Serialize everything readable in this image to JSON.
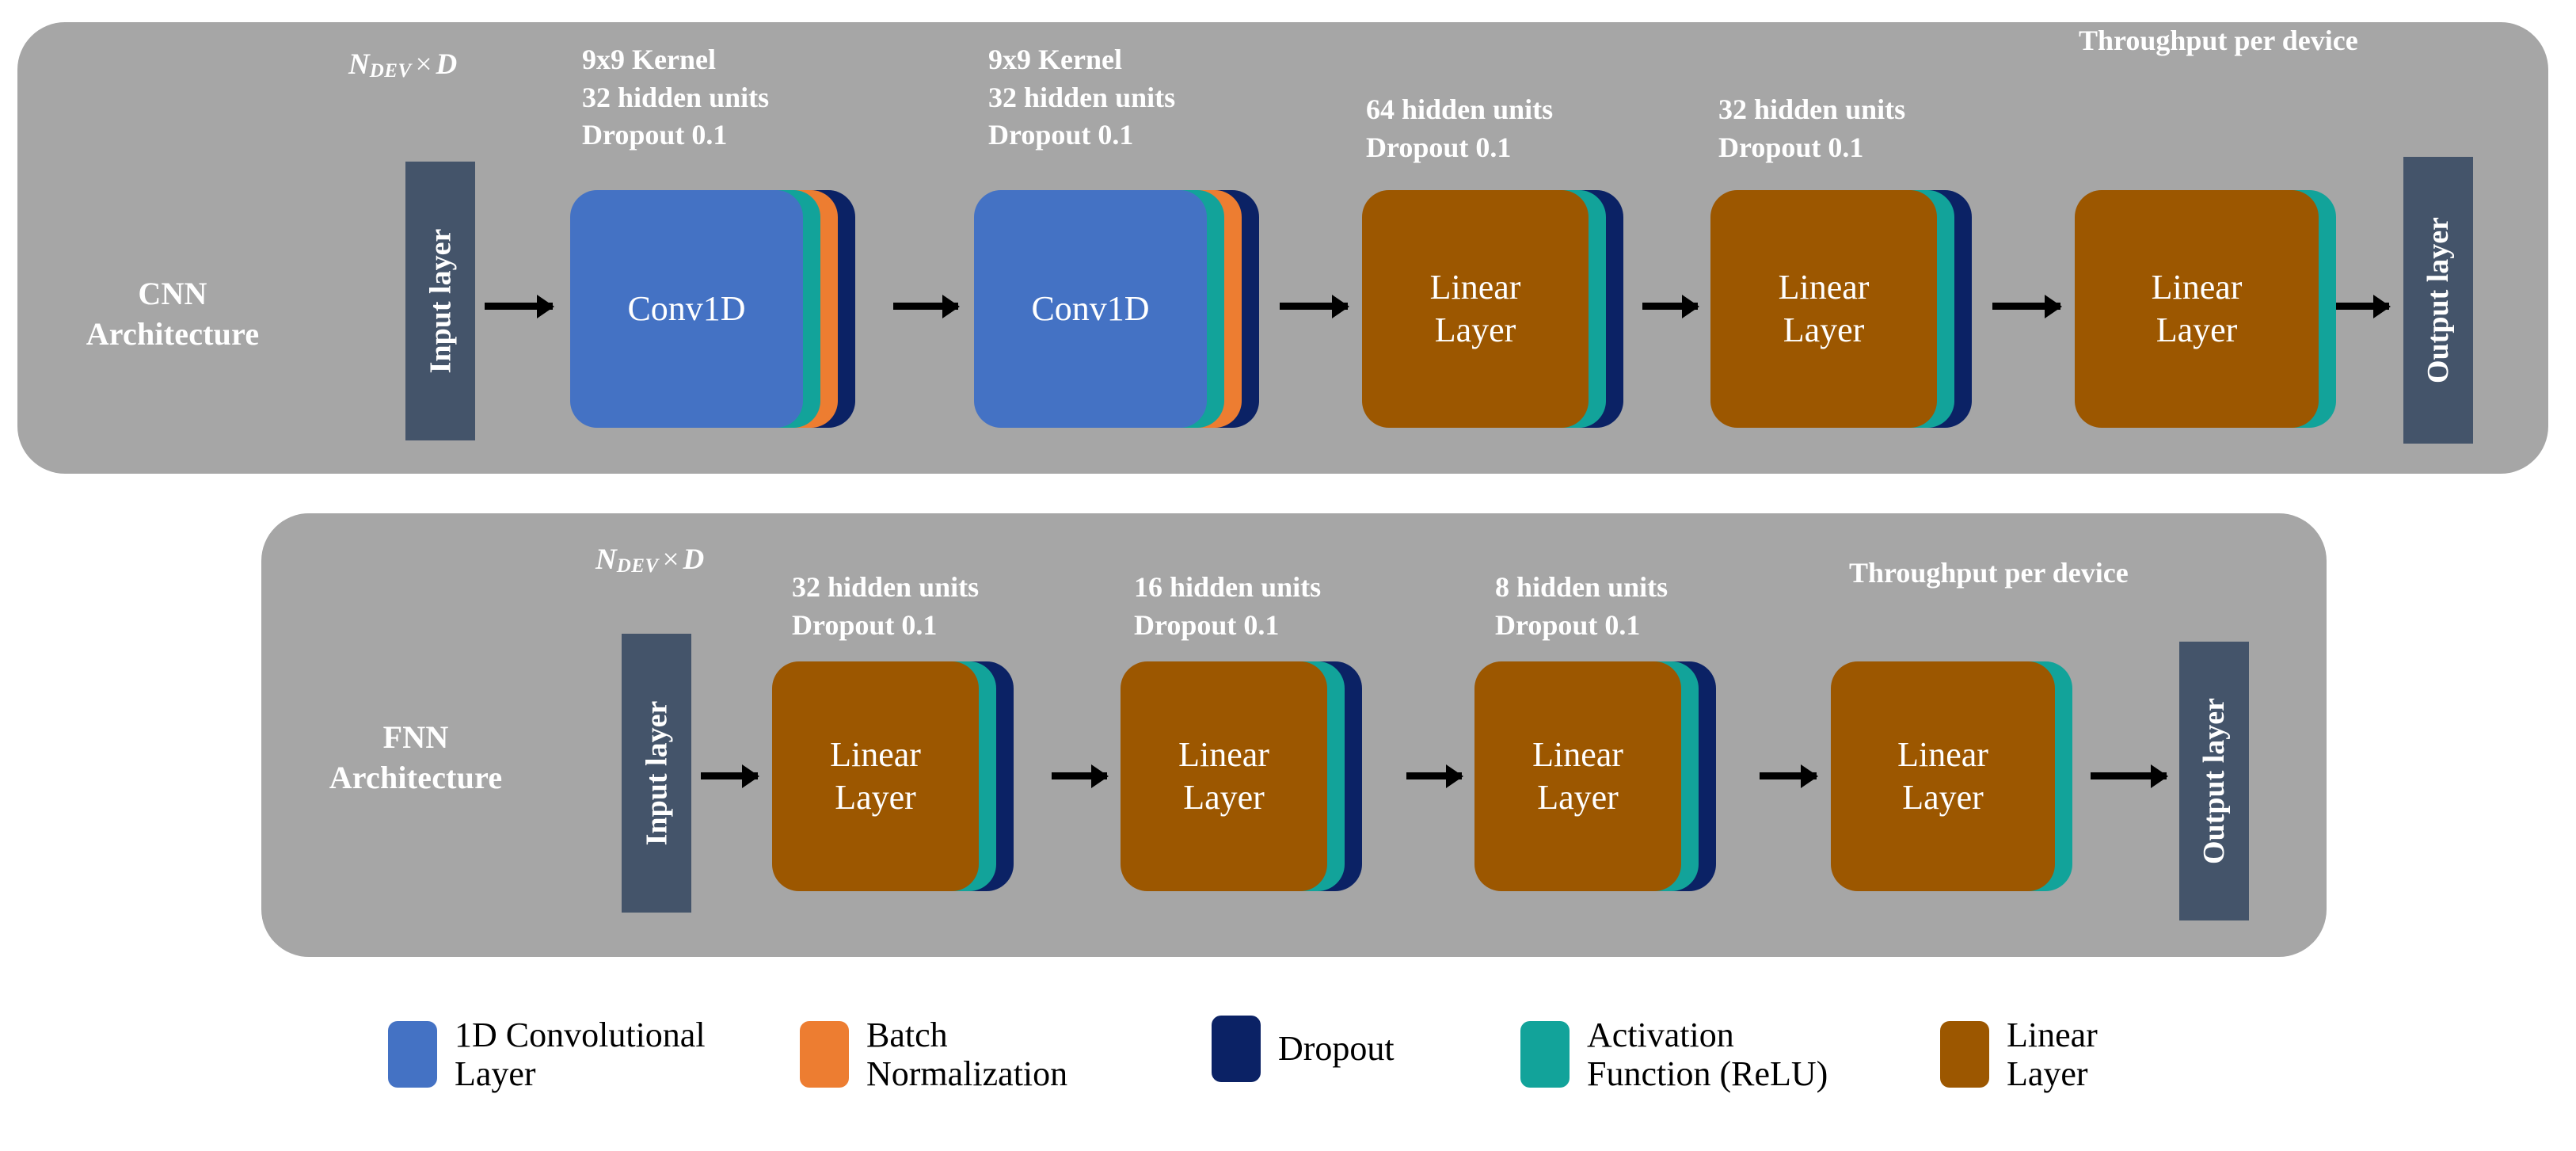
{
  "diagram": {
    "title": "CNN and FNN Architecture Diagram",
    "colors": {
      "panel_gray": "#A6A6A6",
      "conv_blue": "#4472C4",
      "batchnorm_orange": "#ED7D31",
      "dropout_navy": "#0B2265",
      "activation_teal": "#12A39A",
      "linear_brown": "#9C5700",
      "io_slate": "#44546A",
      "arrow_black": "#000000",
      "label_white": "#FFFFFF"
    }
  },
  "cnn": {
    "arch_name": "CNN\nArchitecture",
    "input_shape": {
      "symbol": "N",
      "subscript": "DEV",
      "operator": "×",
      "dim": "D"
    },
    "input_layer_label": "Input layer",
    "output_layer_label": "Output layer",
    "blocks": [
      {
        "name": "Conv1D",
        "caption": "9x9 Kernel\n32 hidden units\nDropout 0.1",
        "caption_lines": [
          "9x9 Kernel",
          "32 hidden units",
          "Dropout 0.1"
        ],
        "front_color": "#4472C4",
        "sheets": [
          "#12A39A",
          "#ED7D31",
          "#0B2265"
        ]
      },
      {
        "name": "Conv1D",
        "caption": "9x9 Kernel\n32 hidden units\nDropout 0.1",
        "caption_lines": [
          "9x9 Kernel",
          "32 hidden units",
          "Dropout 0.1"
        ],
        "front_color": "#4472C4",
        "sheets": [
          "#12A39A",
          "#ED7D31",
          "#0B2265"
        ]
      },
      {
        "name": "Linear\nLayer",
        "caption": "64 hidden units\nDropout 0.1",
        "caption_lines": [
          "64 hidden units",
          "Dropout 0.1"
        ],
        "front_color": "#9C5700",
        "sheets": [
          "#12A39A",
          "#0B2265"
        ]
      },
      {
        "name": "Linear\nLayer",
        "caption": "32 hidden units\nDropout 0.1",
        "caption_lines": [
          "32 hidden units",
          "Dropout 0.1"
        ],
        "front_color": "#9C5700",
        "sheets": [
          "#12A39A",
          "#0B2265"
        ]
      },
      {
        "name": "Linear\nLayer",
        "caption": "Throughput per device",
        "caption_lines": [
          "Throughput per device"
        ],
        "front_color": "#9C5700",
        "sheets": [
          "#12A39A"
        ]
      }
    ]
  },
  "fnn": {
    "arch_name": "FNN\nArchitecture",
    "input_shape": {
      "symbol": "N",
      "subscript": "DEV",
      "operator": "×",
      "dim": "D"
    },
    "input_layer_label": "Input layer",
    "output_layer_label": "Output layer",
    "blocks": [
      {
        "name": "Linear\nLayer",
        "caption": "32 hidden units\nDropout 0.1",
        "caption_lines": [
          "32 hidden units",
          "Dropout 0.1"
        ],
        "front_color": "#9C5700",
        "sheets": [
          "#12A39A",
          "#0B2265"
        ]
      },
      {
        "name": "Linear\nLayer",
        "caption": "16 hidden units\nDropout 0.1",
        "caption_lines": [
          "16 hidden units",
          "Dropout 0.1"
        ],
        "front_color": "#9C5700",
        "sheets": [
          "#12A39A",
          "#0B2265"
        ]
      },
      {
        "name": "Linear\nLayer",
        "caption": "8 hidden units\nDropout 0.1",
        "caption_lines": [
          "8 hidden units",
          "Dropout 0.1"
        ],
        "front_color": "#9C5700",
        "sheets": [
          "#12A39A",
          "#0B2265"
        ]
      },
      {
        "name": "Linear\nLayer",
        "caption": "Throughput per device",
        "caption_lines": [
          "Throughput per device"
        ],
        "front_color": "#9C5700",
        "sheets": [
          "#12A39A"
        ]
      }
    ]
  },
  "legend": {
    "items": [
      {
        "label": "1D Convolutional\nLayer",
        "color": "#4472C4"
      },
      {
        "label": "Batch\nNormalization",
        "color": "#ED7D31"
      },
      {
        "label": "Dropout",
        "color": "#0B2265"
      },
      {
        "label": "Activation\nFunction (ReLU)",
        "color": "#12A39A"
      },
      {
        "label": "Linear\nLayer",
        "color": "#9C5700"
      }
    ]
  }
}
